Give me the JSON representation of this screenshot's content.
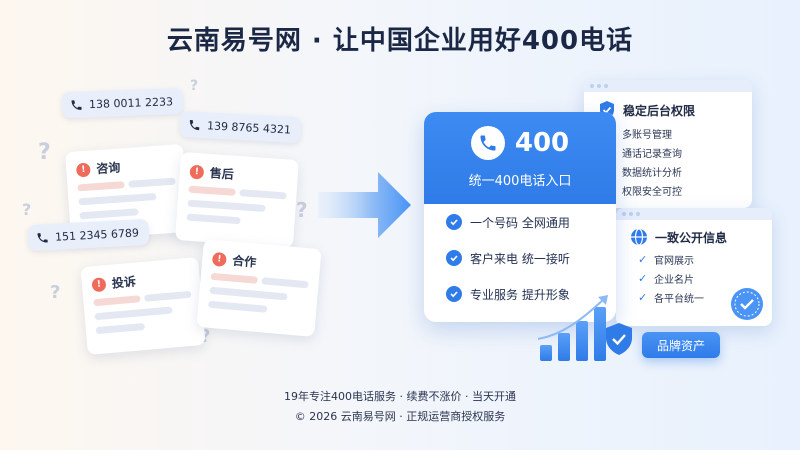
{
  "headline": "云南易号网 · 让中国企业用好400电话",
  "left": {
    "phones": [
      "138 0011 2233",
      "139 8765 4321",
      "151 2345 6789"
    ],
    "cards": [
      {
        "label": "咨询",
        "badge": "!"
      },
      {
        "label": "售后",
        "badge": "!"
      },
      {
        "label": "投诉",
        "badge": "!"
      },
      {
        "label": "合作",
        "badge": "!"
      }
    ],
    "question_mark": "?"
  },
  "main_card": {
    "number": "400",
    "subtitle": "统一400电话入口",
    "features": [
      "一个号码  全网通用",
      "客户来电  统一接听",
      "专业服务  提升形象"
    ]
  },
  "panel_backend": {
    "title": "稳定后台权限",
    "items": [
      "多账号管理",
      "通话记录查询",
      "数据统计分析",
      "权限安全可控"
    ]
  },
  "panel_public": {
    "title": "一致公开信息",
    "items": [
      "官网展示",
      "企业名片",
      "各平台统一"
    ]
  },
  "brand_label": "品牌资产",
  "footer": {
    "line1": "19年专注400电话服务 · 续费不涨价 · 当天开通",
    "line2": "© 2026 云南易号网 · 正规运营商授权服务"
  },
  "colors": {
    "accent": "#2f7be8",
    "alert": "#ef6b5b",
    "title": "#1b2845"
  },
  "icons": [
    "phone-icon",
    "check-icon",
    "shield-icon",
    "globe-icon",
    "seal-icon",
    "arrow-icon"
  ]
}
